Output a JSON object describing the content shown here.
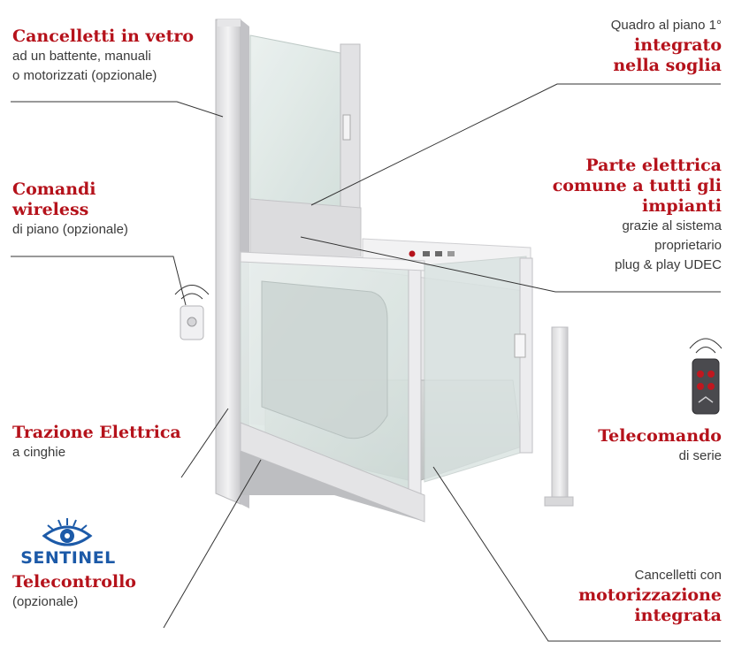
{
  "labels": {
    "cancelletti_vetro": {
      "title": "Cancelletti in vetro",
      "lines": [
        "ad un battente, manuali",
        "o motorizzati (opzionale)"
      ]
    },
    "comandi_wireless": {
      "title_lines": [
        "Comandi",
        "wireless"
      ],
      "lines": [
        "di piano (opzionale)"
      ]
    },
    "trazione": {
      "title": "Trazione Elettrica",
      "lines": [
        "a cinghie"
      ]
    },
    "telecontrollo": {
      "brand": "SENTINEL",
      "title": "Telecontrollo",
      "lines": [
        "(opzionale)"
      ]
    },
    "quadro": {
      "pre": "Quadro al piano 1°",
      "title_lines": [
        "integrato",
        "nella soglia"
      ]
    },
    "parte_elettrica": {
      "title_lines": [
        "Parte elettrica",
        "comune a tutti gli",
        "impianti"
      ],
      "lines": [
        "grazie al sistema",
        "proprietario",
        "plug & play UDEC"
      ]
    },
    "telecomando": {
      "title": "Telecomando",
      "lines": [
        "di serie"
      ]
    },
    "cancelletti_motor": {
      "pre": "Cancelletti con",
      "title_lines": [
        "motorizzazione",
        "integrata"
      ]
    }
  },
  "icons": [
    "wireless-wall-button-icon",
    "remote-control-icon",
    "sentinel-eye-logo-icon"
  ],
  "colors": {
    "accent": "#b5121b",
    "text": "#3a3a3a",
    "brand_blue": "#1c5aa8"
  }
}
